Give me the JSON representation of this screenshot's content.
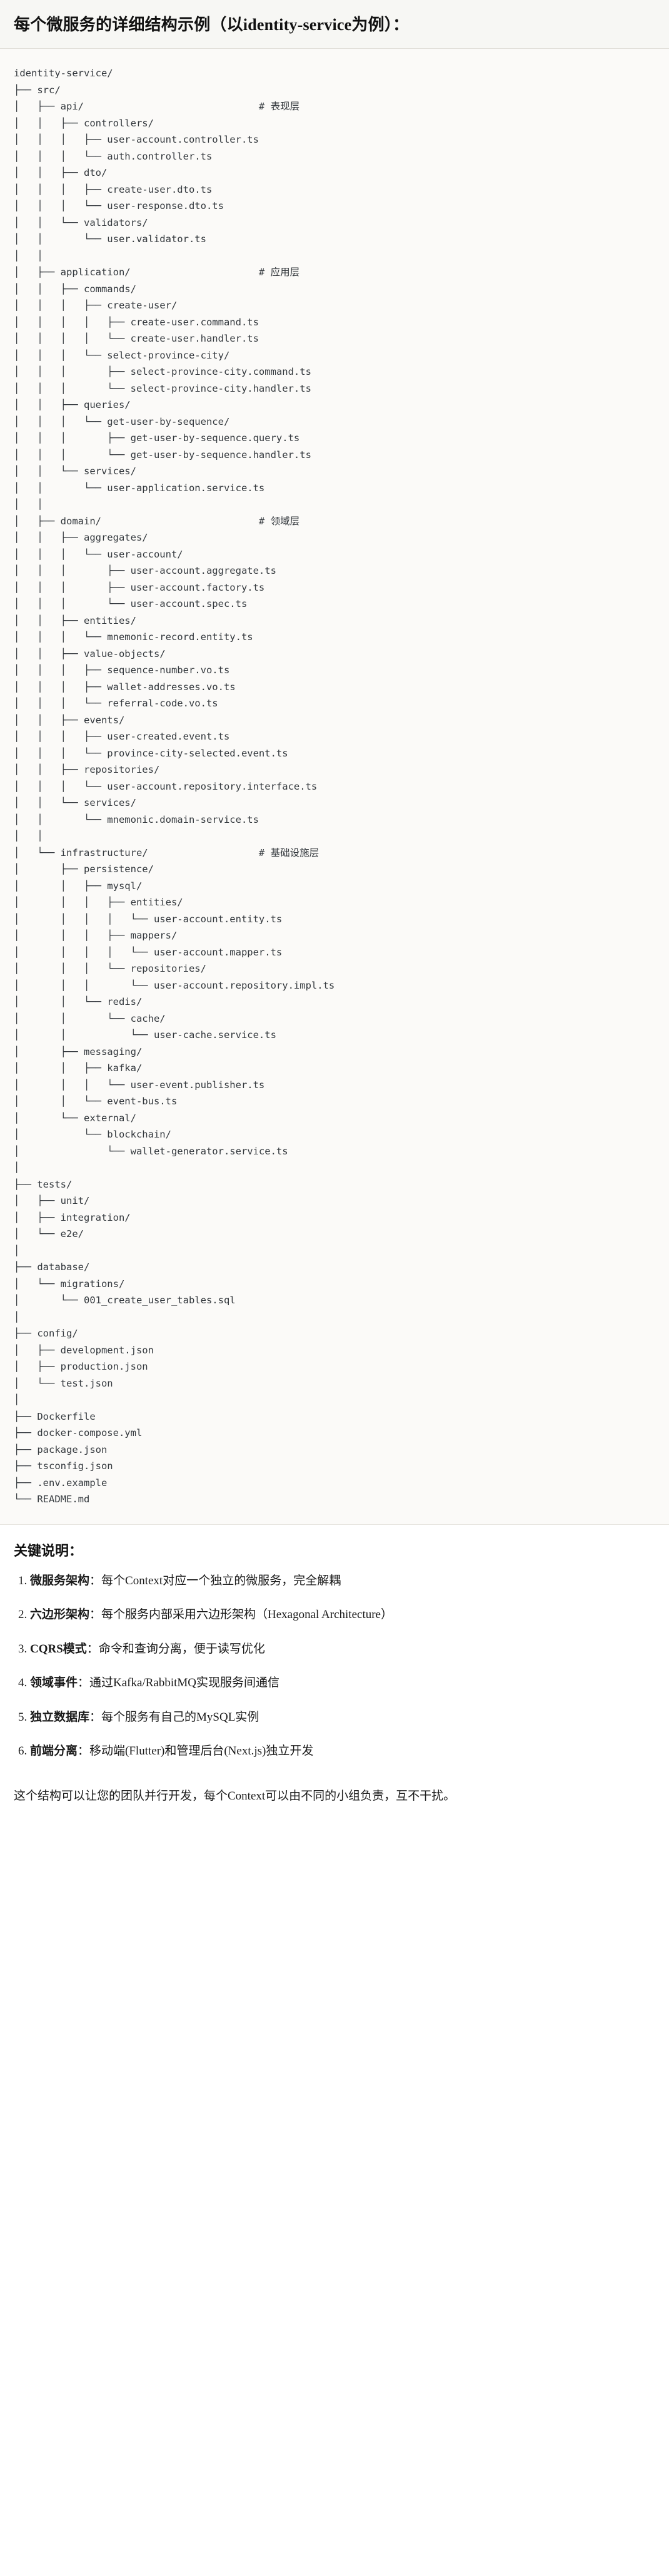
{
  "header": {
    "title": "每个微服务的详细结构示例（以identity-service为例）："
  },
  "tree": {
    "root_label": "identity-service/",
    "text": "identity-service/\n├── src/\n│   ├── api/                              # 表现层\n│   │   ├── controllers/\n│   │   │   ├── user-account.controller.ts\n│   │   │   └── auth.controller.ts\n│   │   ├── dto/\n│   │   │   ├── create-user.dto.ts\n│   │   │   └── user-response.dto.ts\n│   │   └── validators/\n│   │       └── user.validator.ts\n│   │\n│   ├── application/                      # 应用层\n│   │   ├── commands/\n│   │   │   ├── create-user/\n│   │   │   │   ├── create-user.command.ts\n│   │   │   │   └── create-user.handler.ts\n│   │   │   └── select-province-city/\n│   │   │       ├── select-province-city.command.ts\n│   │   │       └── select-province-city.handler.ts\n│   │   ├── queries/\n│   │   │   └── get-user-by-sequence/\n│   │   │       ├── get-user-by-sequence.query.ts\n│   │   │       └── get-user-by-sequence.handler.ts\n│   │   └── services/\n│   │       └── user-application.service.ts\n│   │\n│   ├── domain/                           # 领域层\n│   │   ├── aggregates/\n│   │   │   └── user-account/\n│   │   │       ├── user-account.aggregate.ts\n│   │   │       ├── user-account.factory.ts\n│   │   │       └── user-account.spec.ts\n│   │   ├── entities/\n│   │   │   └── mnemonic-record.entity.ts\n│   │   ├── value-objects/\n│   │   │   ├── sequence-number.vo.ts\n│   │   │   ├── wallet-addresses.vo.ts\n│   │   │   └── referral-code.vo.ts\n│   │   ├── events/\n│   │   │   ├── user-created.event.ts\n│   │   │   └── province-city-selected.event.ts\n│   │   ├── repositories/\n│   │   │   └── user-account.repository.interface.ts\n│   │   └── services/\n│   │       └── mnemonic.domain-service.ts\n│   │\n│   └── infrastructure/                   # 基础设施层\n│       ├── persistence/\n│       │   ├── mysql/\n│       │   │   ├── entities/\n│       │   │   │   └── user-account.entity.ts\n│       │   │   ├── mappers/\n│       │   │   │   └── user-account.mapper.ts\n│       │   │   └── repositories/\n│       │   │       └── user-account.repository.impl.ts\n│       │   └── redis/\n│       │       └── cache/\n│       │           └── user-cache.service.ts\n│       ├── messaging/\n│       │   ├── kafka/\n│       │   │   └── user-event.publisher.ts\n│       │   └── event-bus.ts\n│       └── external/\n│           └── blockchain/\n│               └── wallet-generator.service.ts\n│\n├── tests/\n│   ├── unit/\n│   ├── integration/\n│   └── e2e/\n│\n├── database/\n│   └── migrations/\n│       └── 001_create_user_tables.sql\n│\n├── config/\n│   ├── development.json\n│   ├── production.json\n│   └── test.json\n│\n├── Dockerfile\n├── docker-compose.yml\n├── package.json\n├── tsconfig.json\n├── .env.example\n└── README.md",
    "layer_comments": [
      "# 表现层",
      "# 应用层",
      "# 领域层",
      "# 基础设施层"
    ]
  },
  "notes": {
    "title": "关键说明：",
    "items": [
      {
        "term": "微服务架构",
        "separator": "：",
        "desc": "每个Context对应一个独立的微服务，完全解耦"
      },
      {
        "term": "六边形架构",
        "separator": "：",
        "desc": "每个服务内部采用六边形架构（Hexagonal Architecture）"
      },
      {
        "term": "CQRS模式",
        "separator": "：",
        "desc": "命令和查询分离，便于读写优化"
      },
      {
        "term": "领域事件",
        "separator": "：",
        "desc": "通过Kafka/RabbitMQ实现服务间通信"
      },
      {
        "term": "独立数据库",
        "separator": "：",
        "desc": "每个服务有自己的MySQL实例"
      },
      {
        "term": "前端分离",
        "separator": "：",
        "desc": "移动端(Flutter)和管理后台(Next.js)独立开发"
      }
    ]
  },
  "closing": {
    "text": "这个结构可以让您的团队并行开发，每个Context可以由不同的小组负责，互不干扰。"
  }
}
